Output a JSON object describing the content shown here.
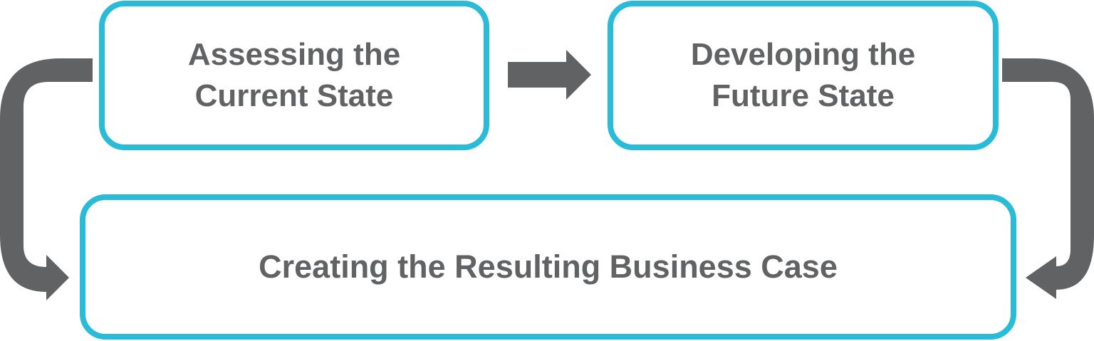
{
  "diagram": {
    "steps": [
      {
        "label": "Assessing the\nCurrent State"
      },
      {
        "label": "Developing the\nFuture State"
      },
      {
        "label": "Creating the Resulting Business Case"
      }
    ],
    "colors": {
      "box_border": "#29bbd7",
      "arrow": "#616264",
      "text": "#616264"
    },
    "connections": [
      {
        "from": "Assessing the Current State",
        "to": "Developing the Future State"
      },
      {
        "from": "Assessing the Current State",
        "to": "Creating the Resulting Business Case"
      },
      {
        "from": "Developing the Future State",
        "to": "Creating the Resulting Business Case"
      }
    ]
  }
}
